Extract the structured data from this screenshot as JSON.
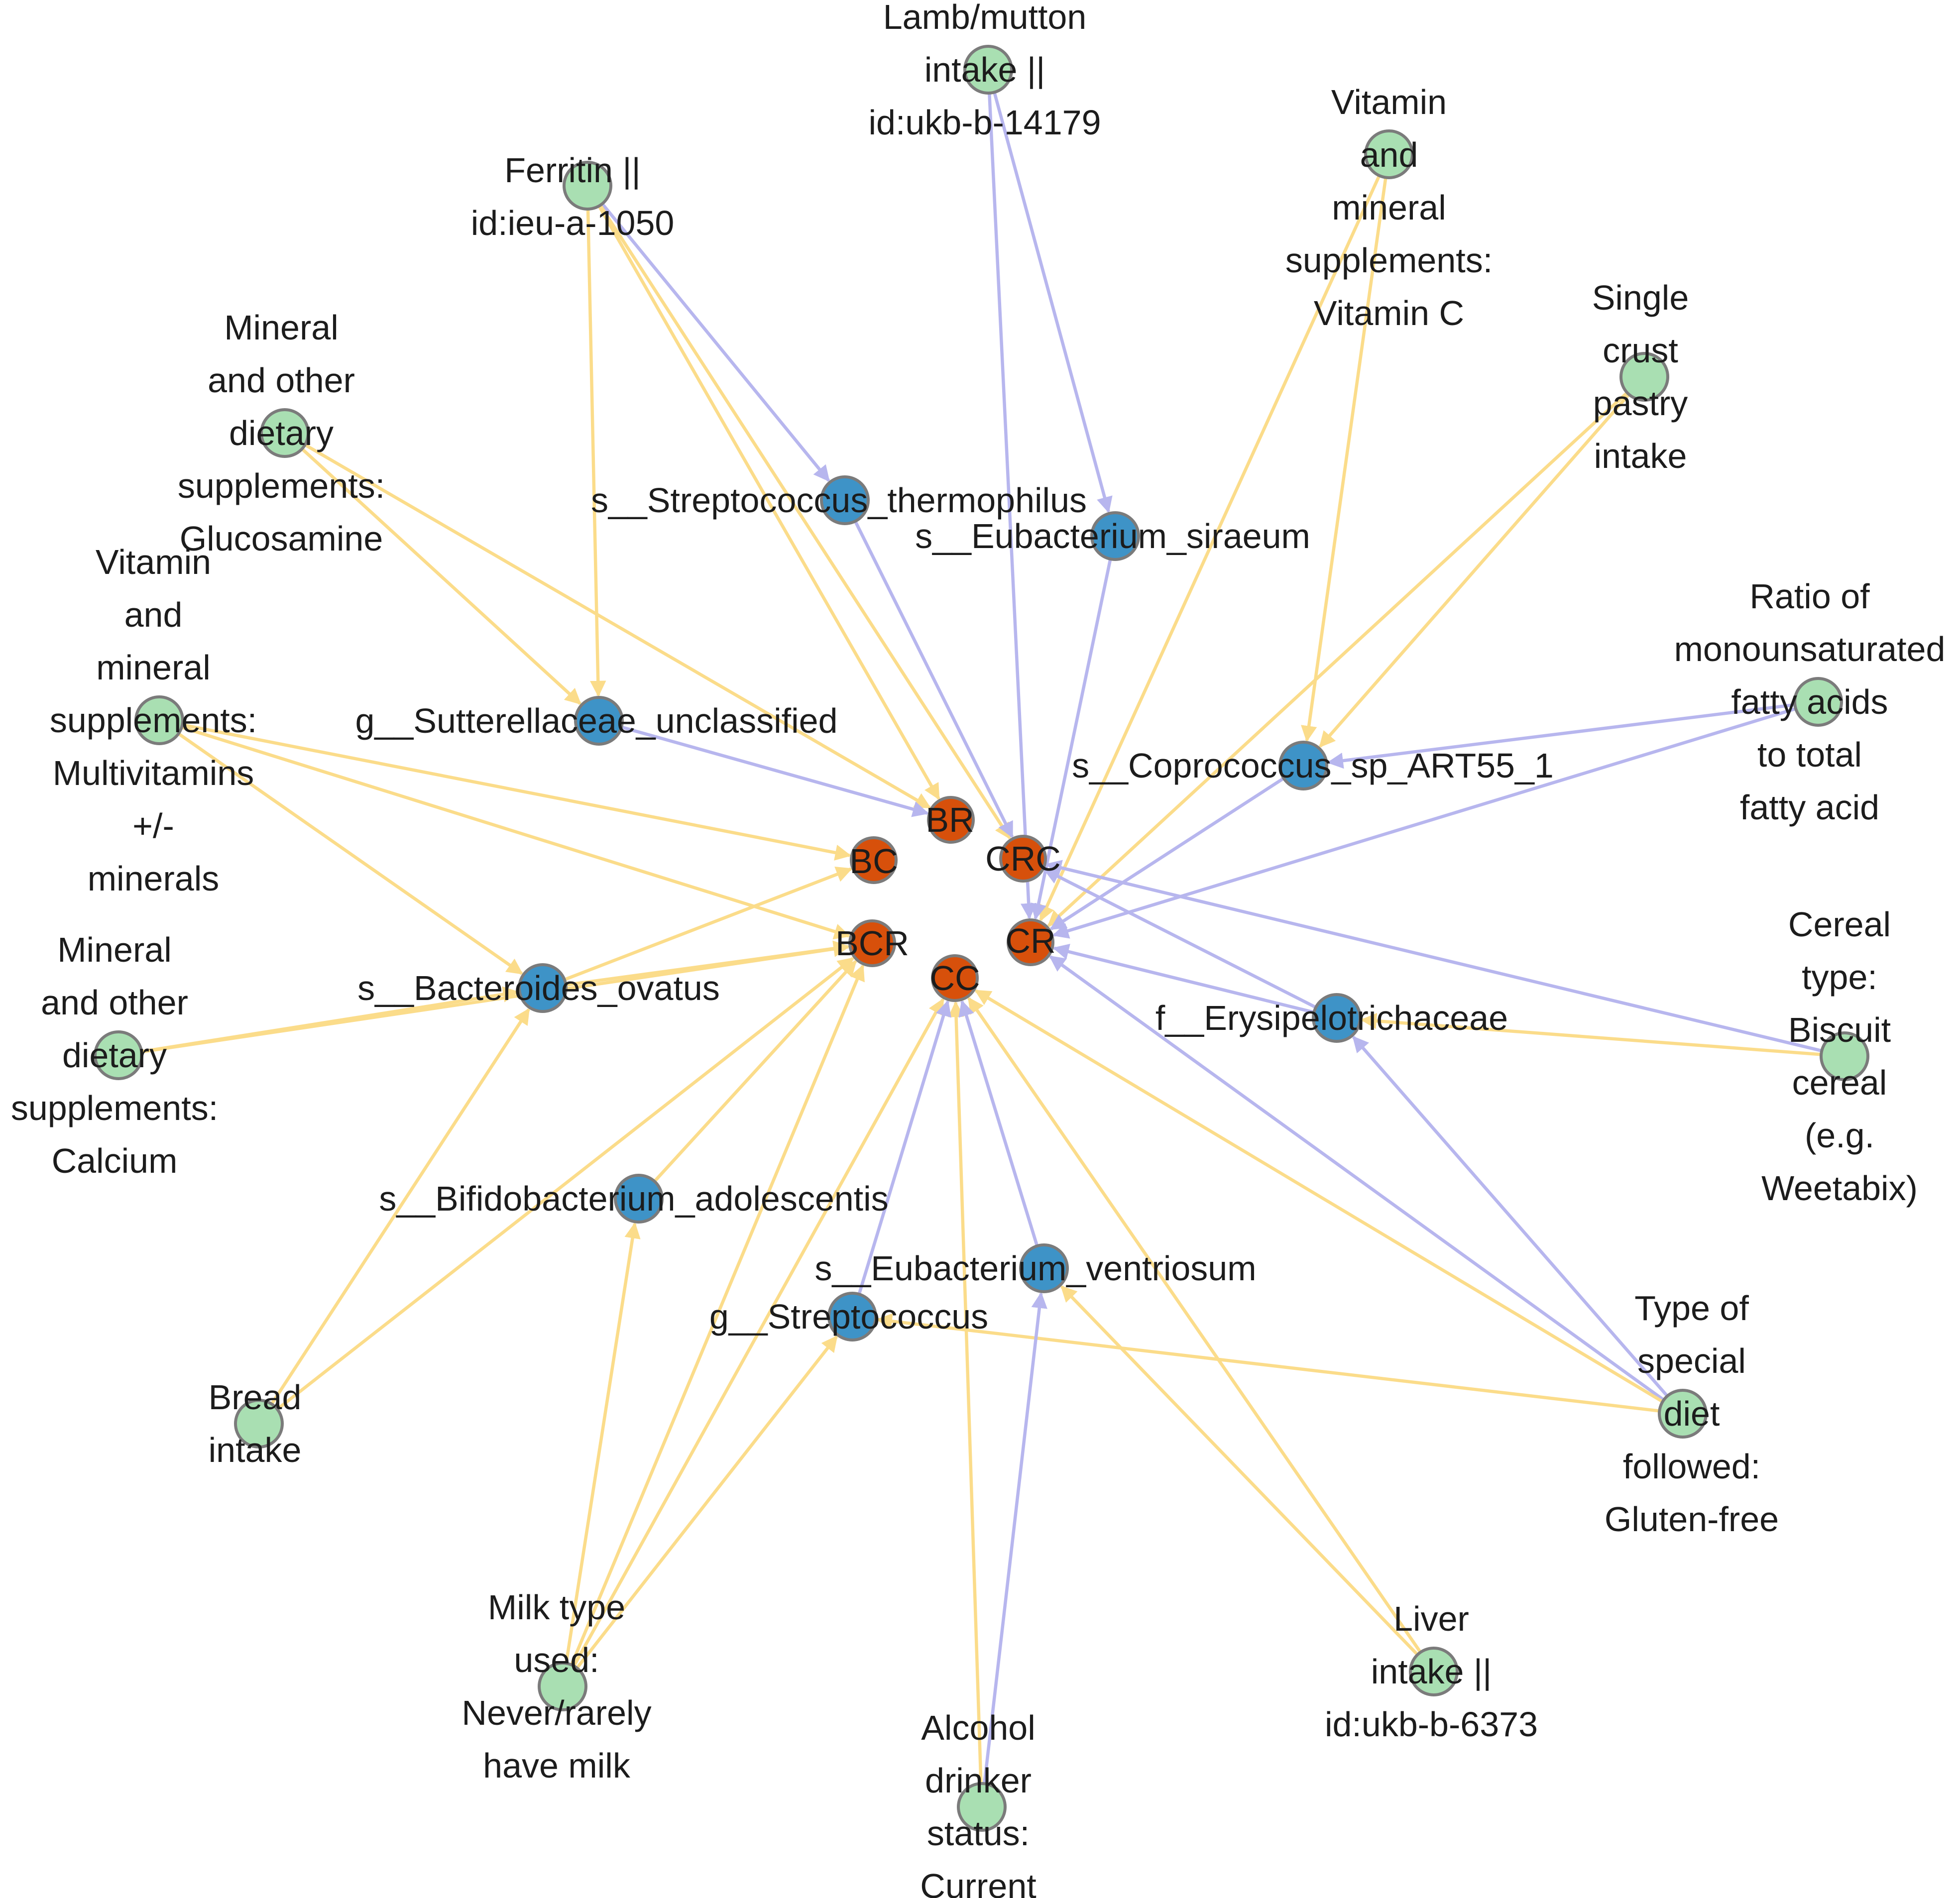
{
  "colors": {
    "exposure_node": "#a9dfb2",
    "microbe_node": "#3e93c7",
    "outcome_node": "#d7500b",
    "edge_yellow": "#fbdc8a",
    "edge_blue": "#b7b6ee",
    "node_stroke": "#7b7b7b"
  },
  "nodes": [
    {
      "id": "ferritin",
      "kind": "exposure",
      "label_lines": [
        "Ferritin ||",
        "id:ieu-a-1050"
      ]
    },
    {
      "id": "lamb",
      "kind": "exposure",
      "label_lines": [
        "Lamb/mutton",
        "intake ||",
        "id:ukb-b-14179"
      ]
    },
    {
      "id": "vitc",
      "kind": "exposure",
      "label_lines": [
        "Vitamin",
        "and",
        "mineral",
        "supplements:",
        "Vitamin C"
      ]
    },
    {
      "id": "pastry",
      "kind": "exposure",
      "label_lines": [
        "Single",
        "crust",
        "pastry",
        "intake"
      ]
    },
    {
      "id": "gluco",
      "kind": "exposure",
      "label_lines": [
        "Mineral",
        "and other",
        "dietary",
        "supplements:",
        "Glucosamine"
      ]
    },
    {
      "id": "multi",
      "kind": "exposure",
      "label_lines": [
        "Vitamin",
        "and",
        "mineral",
        "supplements:",
        "Multivitamins",
        "+/-",
        "minerals"
      ]
    },
    {
      "id": "ratio",
      "kind": "exposure",
      "label_lines": [
        "Ratio of",
        "monounsaturated",
        "fatty acids",
        "to total",
        "fatty acid"
      ]
    },
    {
      "id": "cereal",
      "kind": "exposure",
      "label_lines": [
        "Cereal",
        "type:",
        "Biscuit",
        "cereal",
        "(e.g.",
        "Weetabix)"
      ]
    },
    {
      "id": "calcium",
      "kind": "exposure",
      "label_lines": [
        "Mineral",
        "and other",
        "dietary",
        "supplements:",
        "Calcium"
      ]
    },
    {
      "id": "gluten",
      "kind": "exposure",
      "label_lines": [
        "Type of",
        "special",
        "diet",
        "followed:",
        "Gluten-free"
      ]
    },
    {
      "id": "bread",
      "kind": "exposure",
      "label_lines": [
        "Bread",
        "intake"
      ]
    },
    {
      "id": "milk",
      "kind": "exposure",
      "label_lines": [
        "Milk type",
        "used:",
        "Never/rarely",
        "have milk"
      ]
    },
    {
      "id": "liver",
      "kind": "exposure",
      "label_lines": [
        "Liver",
        "intake ||",
        "id:ukb-b-6373"
      ]
    },
    {
      "id": "alcohol",
      "kind": "exposure",
      "label_lines": [
        "Alcohol",
        "drinker",
        "status:",
        "Current"
      ]
    },
    {
      "id": "strep_t",
      "kind": "microbe",
      "label_lines": [
        "s__Streptococcus_thermophilus"
      ]
    },
    {
      "id": "eub_s",
      "kind": "microbe",
      "label_lines": [
        "s__Eubacterium_siraeum"
      ]
    },
    {
      "id": "sutter",
      "kind": "microbe",
      "label_lines": [
        "g__Sutterellaceae_unclassified"
      ]
    },
    {
      "id": "copro",
      "kind": "microbe",
      "label_lines": [
        "s__Coprococcus_sp_ART55_1"
      ]
    },
    {
      "id": "bact",
      "kind": "microbe",
      "label_lines": [
        "s__Bacteroides_ovatus"
      ]
    },
    {
      "id": "erysip",
      "kind": "microbe",
      "label_lines": [
        "f__Erysipelotrichaceae"
      ]
    },
    {
      "id": "bifido",
      "kind": "microbe",
      "label_lines": [
        "s__Bifidobacterium_adolescentis"
      ]
    },
    {
      "id": "eub_v",
      "kind": "microbe",
      "label_lines": [
        "s__Eubacterium_ventriosum"
      ]
    },
    {
      "id": "strep",
      "kind": "microbe",
      "label_lines": [
        "g__Streptococcus"
      ]
    },
    {
      "id": "BR",
      "kind": "outcome",
      "label_lines": [
        "BR"
      ]
    },
    {
      "id": "BC",
      "kind": "outcome",
      "label_lines": [
        "BC"
      ]
    },
    {
      "id": "CRC",
      "kind": "outcome",
      "label_lines": [
        "CRC"
      ]
    },
    {
      "id": "CR",
      "kind": "outcome",
      "label_lines": [
        "CR"
      ]
    },
    {
      "id": "BCR",
      "kind": "outcome",
      "label_lines": [
        "BCR"
      ]
    },
    {
      "id": "CC",
      "kind": "outcome",
      "label_lines": [
        "CC"
      ]
    }
  ],
  "edges": [
    {
      "from": "ferritin",
      "to": "sutter",
      "color": "yellow"
    },
    {
      "from": "ferritin",
      "to": "strep_t",
      "color": "blue"
    },
    {
      "from": "ferritin",
      "to": "BR",
      "color": "yellow"
    },
    {
      "from": "ferritin",
      "to": "CRC",
      "color": "yellow"
    },
    {
      "from": "lamb",
      "to": "eub_s",
      "color": "blue"
    },
    {
      "from": "lamb",
      "to": "CR",
      "color": "blue"
    },
    {
      "from": "vitc",
      "to": "copro",
      "color": "yellow"
    },
    {
      "from": "vitc",
      "to": "CR",
      "color": "yellow"
    },
    {
      "from": "pastry",
      "to": "copro",
      "color": "yellow"
    },
    {
      "from": "pastry",
      "to": "CR",
      "color": "yellow"
    },
    {
      "from": "gluco",
      "to": "sutter",
      "color": "yellow"
    },
    {
      "from": "gluco",
      "to": "BR",
      "color": "yellow"
    },
    {
      "from": "multi",
      "to": "BC",
      "color": "yellow"
    },
    {
      "from": "multi",
      "to": "bact",
      "color": "yellow"
    },
    {
      "from": "multi",
      "to": "BCR",
      "color": "yellow"
    },
    {
      "from": "ratio",
      "to": "copro",
      "color": "blue"
    },
    {
      "from": "ratio",
      "to": "CR",
      "color": "blue"
    },
    {
      "from": "cereal",
      "to": "CRC",
      "color": "blue"
    },
    {
      "from": "cereal",
      "to": "erysip",
      "color": "yellow"
    },
    {
      "from": "calcium",
      "to": "bact",
      "color": "yellow"
    },
    {
      "from": "calcium",
      "to": "BCR",
      "color": "yellow"
    },
    {
      "from": "gluten",
      "to": "erysip",
      "color": "blue"
    },
    {
      "from": "gluten",
      "to": "CR",
      "color": "blue"
    },
    {
      "from": "gluten",
      "to": "CC",
      "color": "yellow"
    },
    {
      "from": "gluten",
      "to": "strep",
      "color": "yellow"
    },
    {
      "from": "bread",
      "to": "bact",
      "color": "yellow"
    },
    {
      "from": "bread",
      "to": "BCR",
      "color": "yellow"
    },
    {
      "from": "milk",
      "to": "bifido",
      "color": "yellow"
    },
    {
      "from": "milk",
      "to": "strep",
      "color": "yellow"
    },
    {
      "from": "milk",
      "to": "CC",
      "color": "yellow"
    },
    {
      "from": "milk",
      "to": "BCR",
      "color": "yellow"
    },
    {
      "from": "liver",
      "to": "eub_v",
      "color": "yellow"
    },
    {
      "from": "liver",
      "to": "CC",
      "color": "yellow"
    },
    {
      "from": "alcohol",
      "to": "eub_v",
      "color": "blue"
    },
    {
      "from": "alcohol",
      "to": "CC",
      "color": "yellow"
    },
    {
      "from": "strep_t",
      "to": "CRC",
      "color": "blue"
    },
    {
      "from": "eub_s",
      "to": "CR",
      "color": "blue"
    },
    {
      "from": "sutter",
      "to": "BR",
      "color": "blue"
    },
    {
      "from": "copro",
      "to": "CR",
      "color": "blue"
    },
    {
      "from": "bact",
      "to": "BC",
      "color": "yellow"
    },
    {
      "from": "bact",
      "to": "BCR",
      "color": "yellow"
    },
    {
      "from": "erysip",
      "to": "CR",
      "color": "blue"
    },
    {
      "from": "erysip",
      "to": "CRC",
      "color": "blue"
    },
    {
      "from": "bifido",
      "to": "BCR",
      "color": "yellow"
    },
    {
      "from": "eub_v",
      "to": "CC",
      "color": "blue"
    },
    {
      "from": "strep",
      "to": "CC",
      "color": "blue"
    }
  ]
}
